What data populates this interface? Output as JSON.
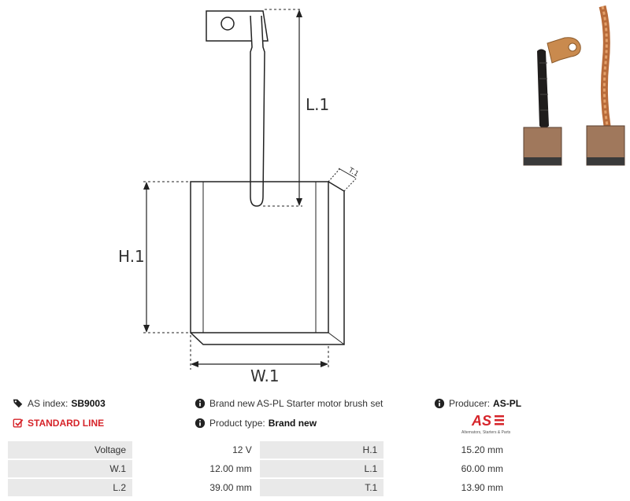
{
  "dimension_labels": {
    "l1": "L.1",
    "h1": "H.1",
    "w1": "W.1",
    "t1": "T.1"
  },
  "info": {
    "as_index_label": "AS index:",
    "as_index_value": "SB9003",
    "description": "Brand new AS-PL Starter motor brush set",
    "producer_label": "Producer:",
    "producer_value": "AS-PL",
    "line_label": "STANDARD LINE",
    "product_type_label": "Product type:",
    "product_type_value": "Brand new"
  },
  "logo": {
    "mark": "AS",
    "tagline": "Alternators, Starters & Parts",
    "accent": "#d6242a"
  },
  "specs": [
    {
      "k1": "Voltage",
      "v1": "12 V",
      "k2": "H.1",
      "v2": "15.20 mm"
    },
    {
      "k1": "W.1",
      "v1": "12.00 mm",
      "k2": "L.1",
      "v2": "60.00 mm"
    },
    {
      "k1": "L.2",
      "v1": "39.00 mm",
      "k2": "T.1",
      "v2": "13.90 mm"
    }
  ],
  "icons": [
    "tags-icon",
    "info-icon",
    "check-square-icon"
  ]
}
